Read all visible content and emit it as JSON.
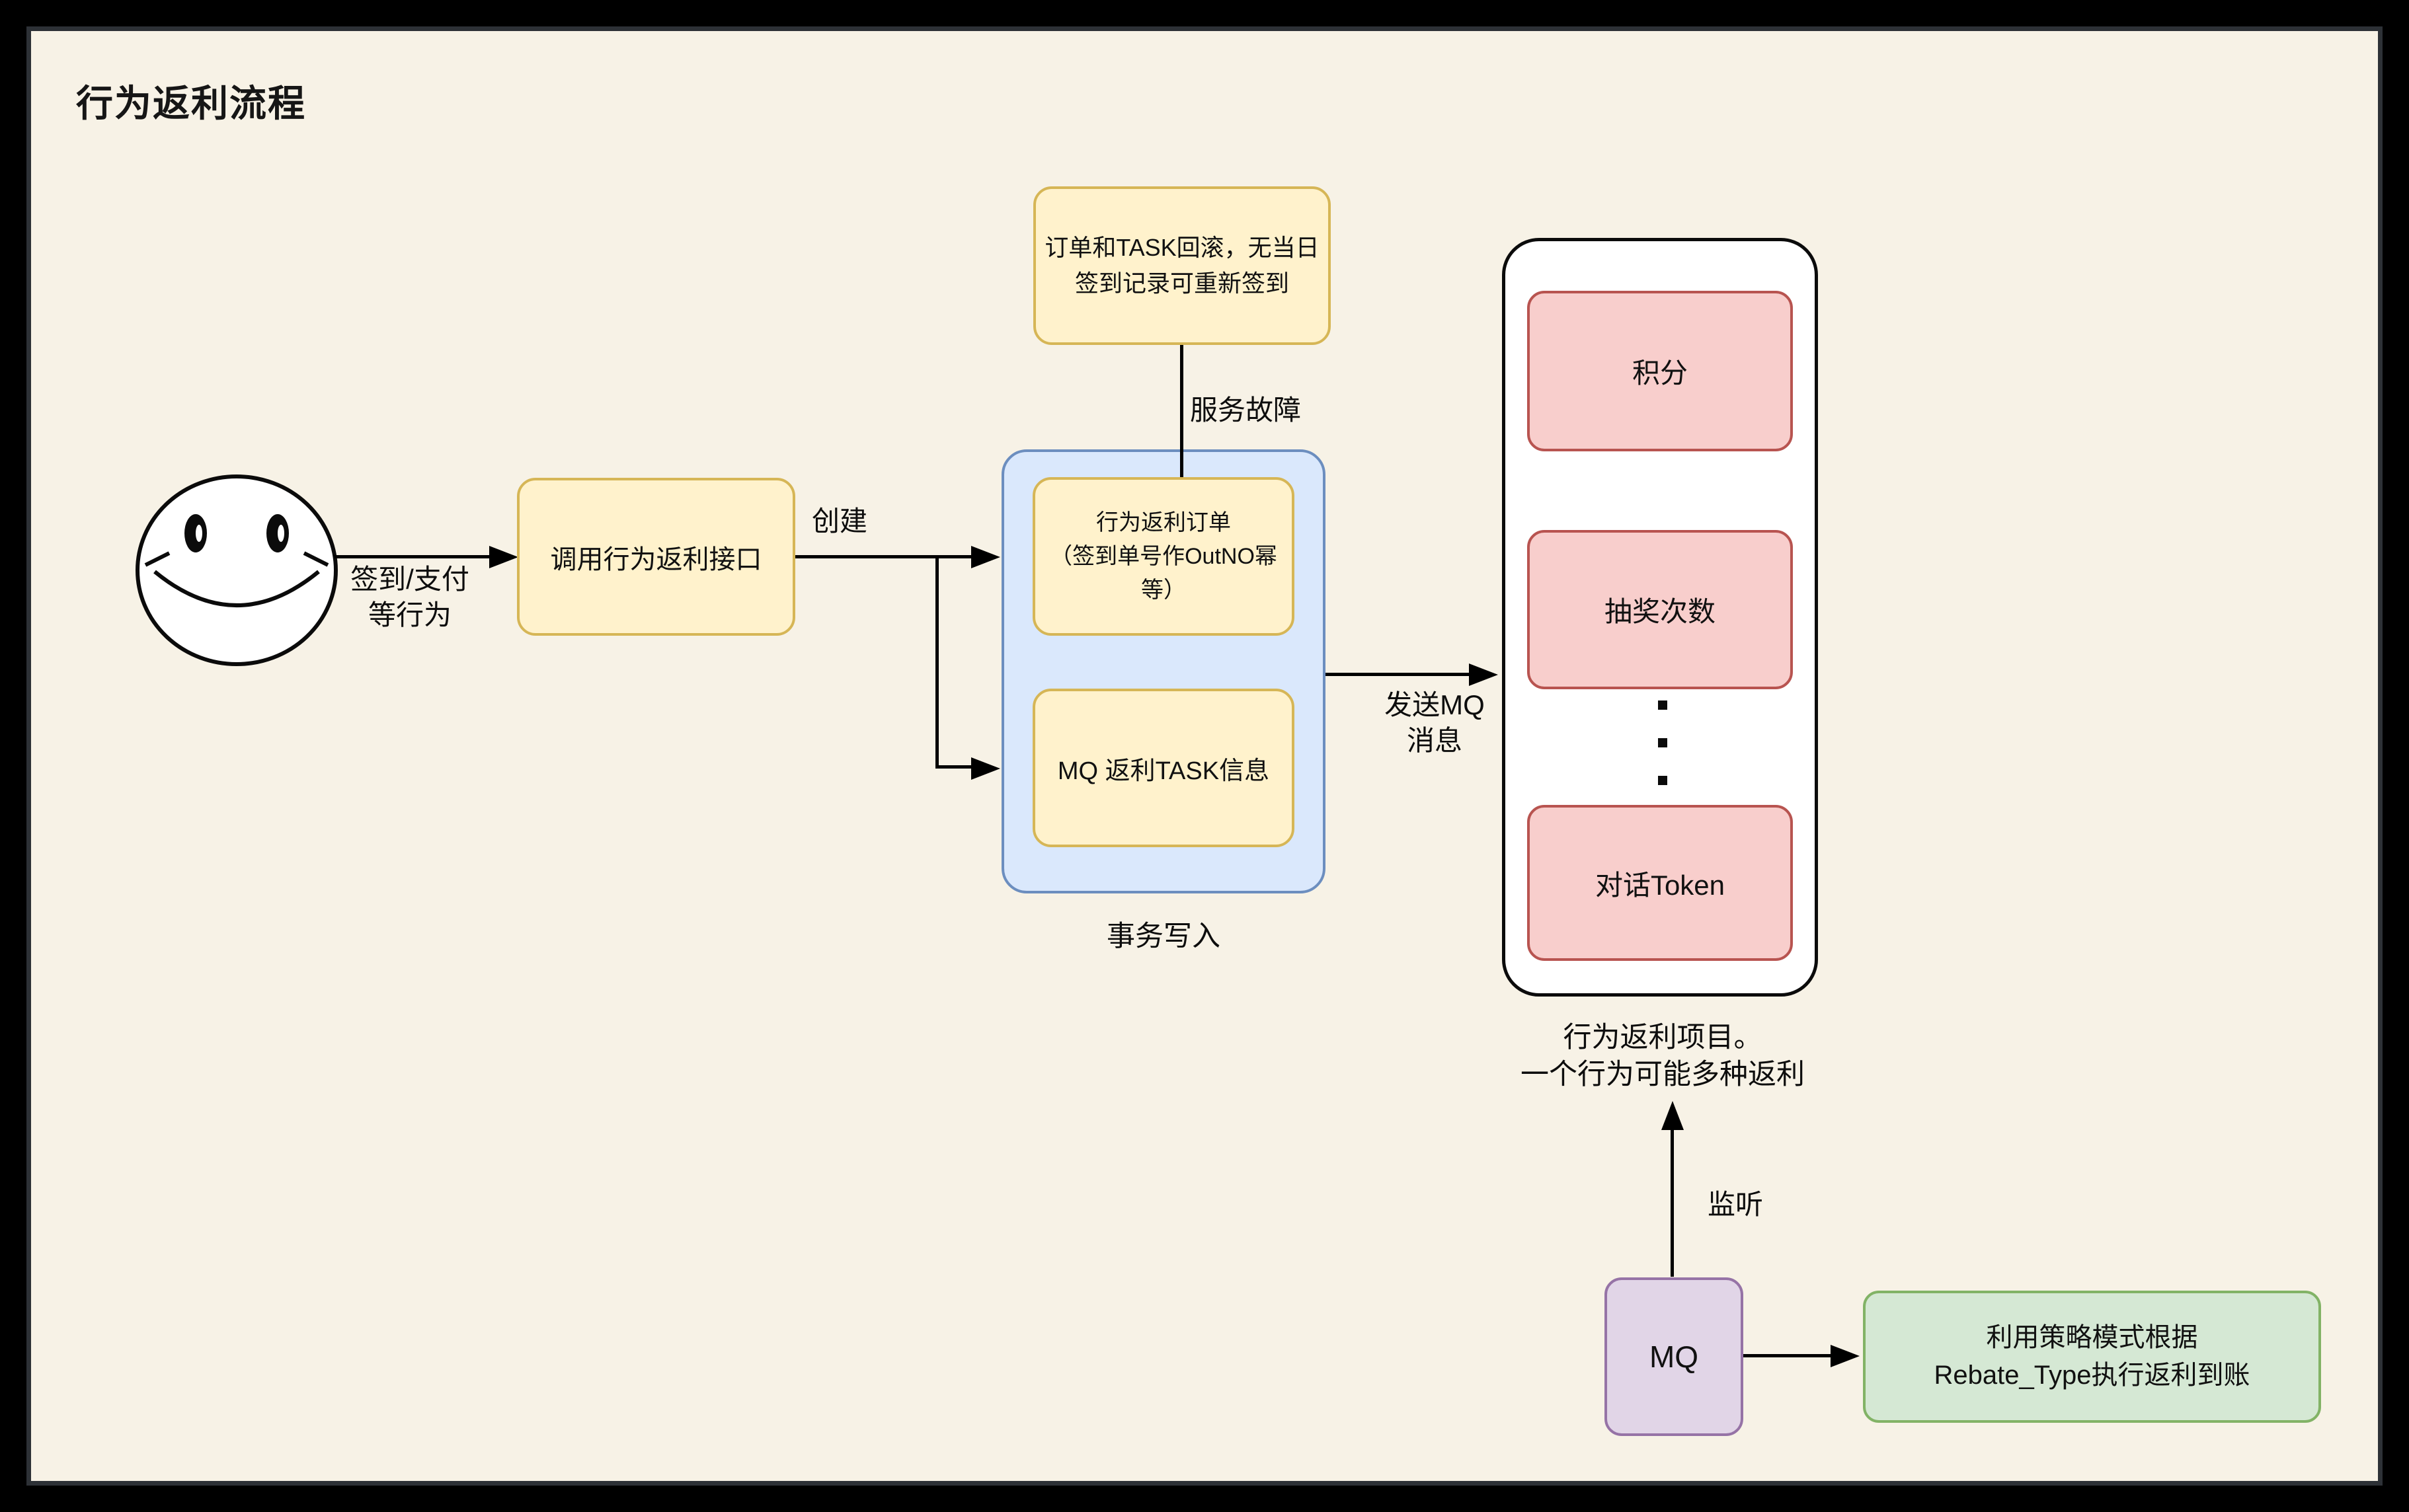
{
  "diagram_title": "行为返利流程",
  "colors": {
    "page_background": "#f7f2e6",
    "frame": "#000000",
    "panel_border": "#2d3136",
    "yellow_fill": "#fff2cc",
    "yellow_stroke": "#d6b656",
    "blue_fill": "#dae8fc",
    "blue_stroke": "#6c8ebf",
    "pink_fill": "#f8cecc",
    "pink_stroke": "#b85450",
    "purple_fill": "#e1d5e7",
    "purple_stroke": "#9673a6",
    "green_fill": "#d5e8d4",
    "green_stroke": "#82b366",
    "white_group_fill": "#ffffff",
    "connector": "#000000"
  },
  "actor": {
    "shape": "smiley-face",
    "arrow_label": [
      "签到/支付",
      "等行为"
    ]
  },
  "boxes": {
    "call_api": {
      "label": "调用行为返利接口"
    },
    "rollback_note": {
      "lines": [
        "订单和TASK回滚，无当日",
        "签到记录可重新签到"
      ]
    },
    "rebate_order": {
      "lines": [
        "行为返利订单",
        "（签到单号作OutNO幂等）"
      ]
    },
    "mq_task": {
      "label": "MQ 返利TASK信息"
    },
    "mq": {
      "label": "MQ"
    },
    "strategy": {
      "lines": [
        "利用策略模式根据",
        "Rebate_Type执行返利到账"
      ]
    }
  },
  "edges": {
    "create": "创建",
    "service_fault": "服务故障",
    "tx_write": "事务写入",
    "send_mq": [
      "发送MQ",
      "消息"
    ],
    "listen": "监听"
  },
  "rebate_group": {
    "items": [
      "积分",
      "抽奖次数",
      "对话Token"
    ],
    "ellipsis": "⋮",
    "caption": [
      "行为返利项目。",
      "一个行为可能多种返利"
    ]
  }
}
